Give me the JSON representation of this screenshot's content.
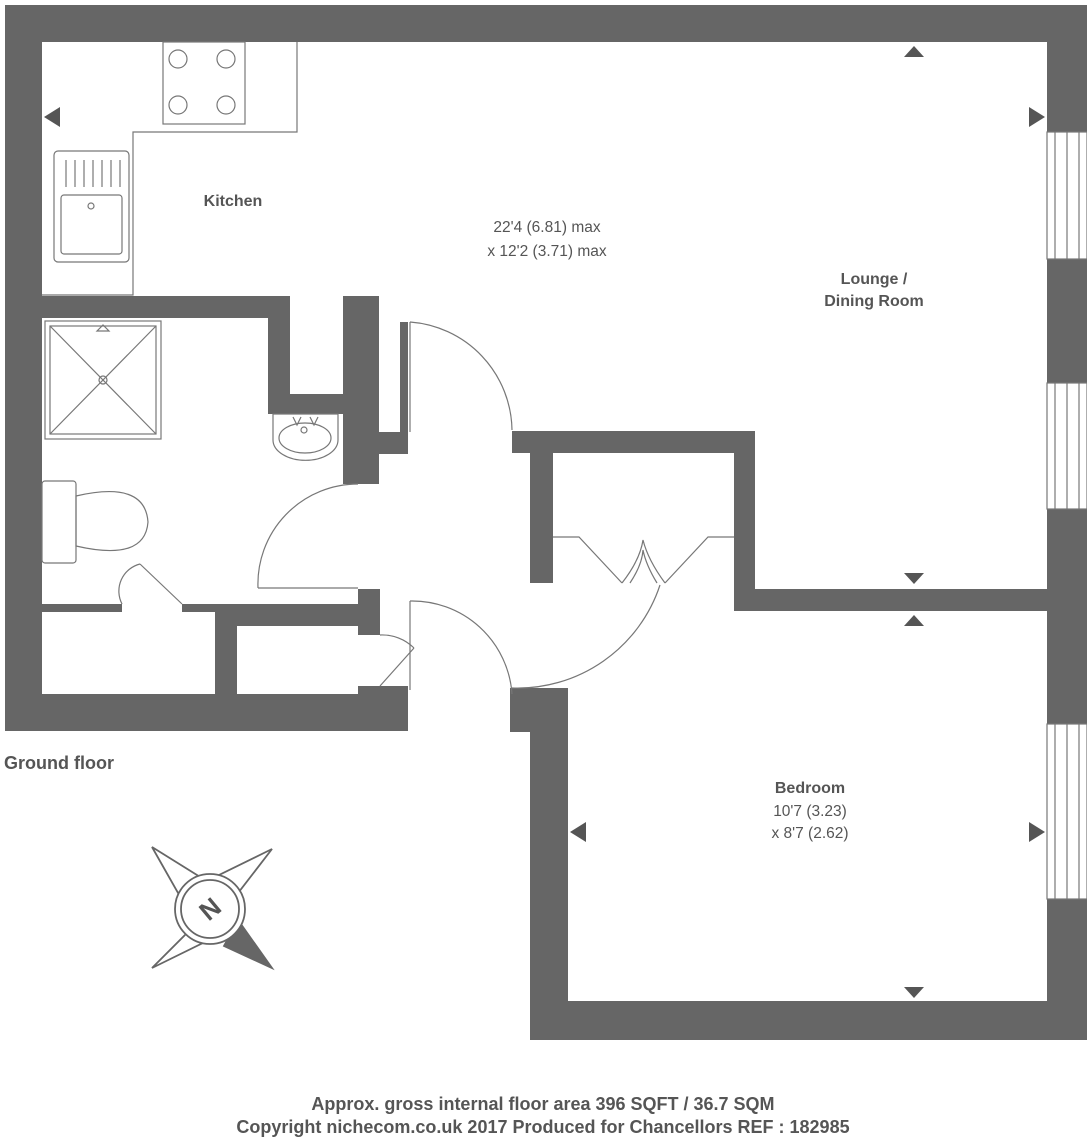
{
  "floor_label": "Ground floor",
  "rooms": {
    "kitchen": {
      "name": "Kitchen"
    },
    "lounge": {
      "name_line1": "Lounge /",
      "name_line2": "Dining Room",
      "dim_line1": "22'4 (6.81) max",
      "dim_line2": "x 12'2 (3.71) max"
    },
    "bedroom": {
      "name": "Bedroom",
      "dim_line1": "10'7 (3.23)",
      "dim_line2": "x 8'7 (2.62)"
    }
  },
  "compass": {
    "letter": "N"
  },
  "footer": {
    "line1": "Approx. gross internal floor area 396 SQFT / 36.7 SQM",
    "line2": "Copyright nichecom.co.uk 2017 Produced for Chancellors REF : 182985"
  },
  "colors": {
    "wall": "#666666",
    "text": "#555555",
    "fixture": "#777777"
  }
}
